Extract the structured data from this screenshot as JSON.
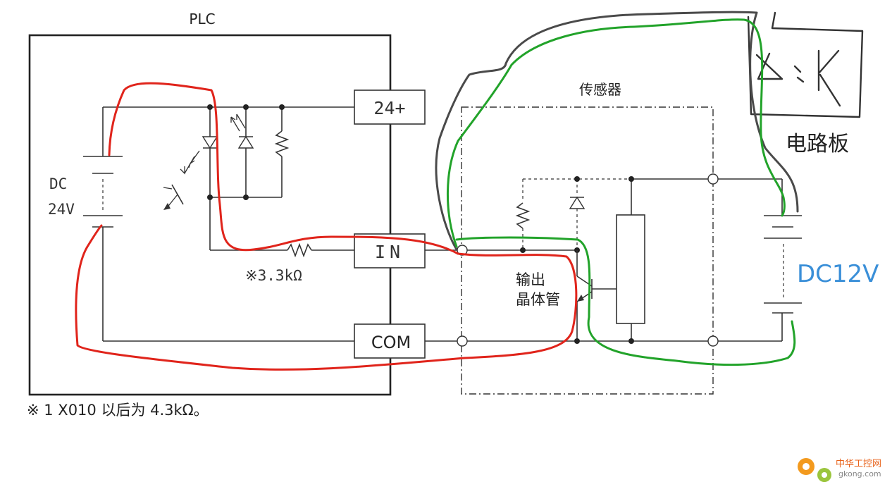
{
  "plc": {
    "title": "PLC",
    "supply_label_line1": "DC",
    "supply_label_line2": "24V",
    "terminal_24": "24+",
    "terminal_in": "IN",
    "terminal_com": "COM",
    "resistor_value": "※3.3kΩ"
  },
  "sensor": {
    "title": "传感器",
    "transistor_label_line1": "输出",
    "transistor_label_line2": "晶体管"
  },
  "board": {
    "label": "电路板",
    "supply_label": "DC12V"
  },
  "footnote": "※ 1 X010 以后为 4.3kΩ。",
  "watermark": {
    "name": "中华工控网",
    "url": "gkong.com"
  },
  "colors": {
    "red_wire": "#e0241b",
    "green_wire": "#22a32a",
    "dark_wire": "#4a4a4a",
    "board_supply_label": "#3a8fd8"
  }
}
